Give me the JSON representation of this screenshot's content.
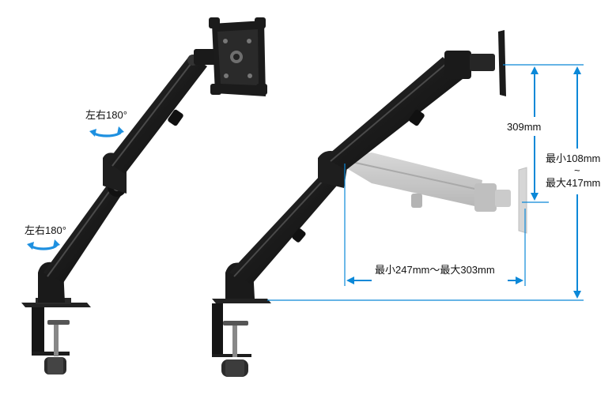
{
  "left_arm": {
    "rotation_top_label": "左右180°",
    "rotation_bottom_label": "左右180°"
  },
  "right_arm": {
    "tilt_height_label": "309mm",
    "height_range": {
      "min_label": "最小108mm",
      "sep": "~",
      "max_label": "最大417mm"
    },
    "reach_label": "最小247mm～最大303mm"
  },
  "colors": {
    "arm_black": "#1b1b1b",
    "ghost_arm": "#c8c8c8",
    "dimension_blue": "#0a88d8",
    "rotation_arrow_blue": "#1e90e0"
  }
}
